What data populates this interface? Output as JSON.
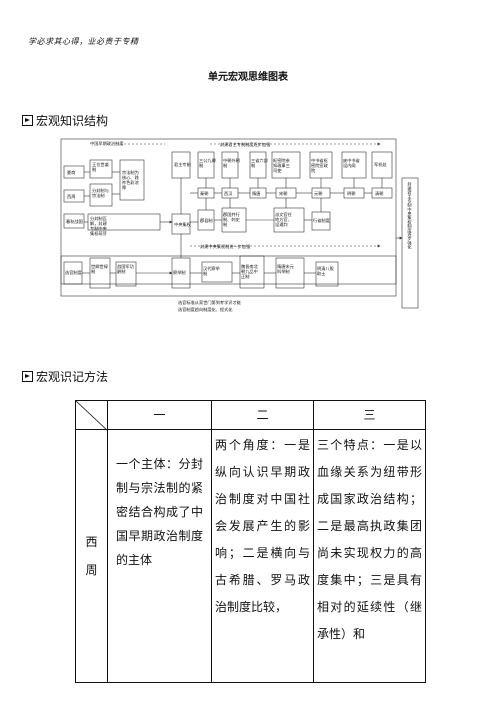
{
  "header": {
    "motto": "学必求其心得，业必贵于专精"
  },
  "title": "单元宏观思维图表",
  "sections": [
    {
      "label": "宏观知识结构"
    },
    {
      "label": "宏观识记方法"
    }
  ],
  "diagram": {
    "top_left_label": "中国早期政治制度",
    "top_mid_label": "封建君主专制制度逐步加强",
    "mid_label": "封建中央集权制进一步加强",
    "bottom_label_1": "选官标准从家世门第到考学识才能",
    "bottom_label_2": "选官制度趋向制度化、程式化",
    "side_label": "封建君主专制中央集权制度逐步强化",
    "nodes": {
      "xiazhou": "夏商",
      "xizhou": "西周",
      "chunqiu": "春秋战国",
      "wangwei": "王位世袭制",
      "fenfeng": "分封制与宗法制",
      "zongfa": "宗法制为核心、践祚色彩浓厚",
      "fenfeng_wajie": "分封制瓦解，封建专制中央集权萌芽",
      "huangdi": "君主专制",
      "zhongyang": "中央集权",
      "sangong": "三公九卿制",
      "zhongchao": "中朝外朝制",
      "sansheng": "三省六部制",
      "shumi": "枢密院参知政事三司使",
      "zhongshu": "中书省枢密院宣政院",
      "feizhong": "废中书省设内阁",
      "junji": "军机处",
      "qinchao": "秦朝",
      "xihan": "西汉",
      "suitang": "隋唐",
      "songchao": "宋朝",
      "yuanchao": "元朝",
      "mingchao": "明朝",
      "qingchao": "清朝",
      "junxian": "郡县制",
      "cishi": "郡国并行制、刺史制",
      "tongpan": "派文官任地方官、设通判",
      "xingsheng": "行省制度",
      "xuanguan": "选官制度",
      "shiqing": "世卿世禄制",
      "junggong": "战国军功爵制",
      "chaju": "察举制",
      "hanchao": "汉代察举制",
      "jiupin": "魏晋南北朝九品中正制",
      "keju": "隋唐宋元科举制",
      "baogu": "明清八股取士"
    }
  },
  "table": {
    "headers": [
      "",
      "一",
      "二",
      "三"
    ],
    "rows": [
      {
        "label": "西周",
        "cells": [
          "一个主体：分封制与宗法制的紧密结合构成了中国早期政治制度的主体",
          "两个角度：一是纵向认识早期政治制度对中国社会发展产生的影响；二是横向与古希腊、罗马政治制度比较，",
          "三个特点：一是以血缘关系为纽带形成国家政治结构；二是最高执政集团尚未实现权力的高度集中；三是具有相对的延续性（继承性）和"
        ]
      }
    ]
  }
}
